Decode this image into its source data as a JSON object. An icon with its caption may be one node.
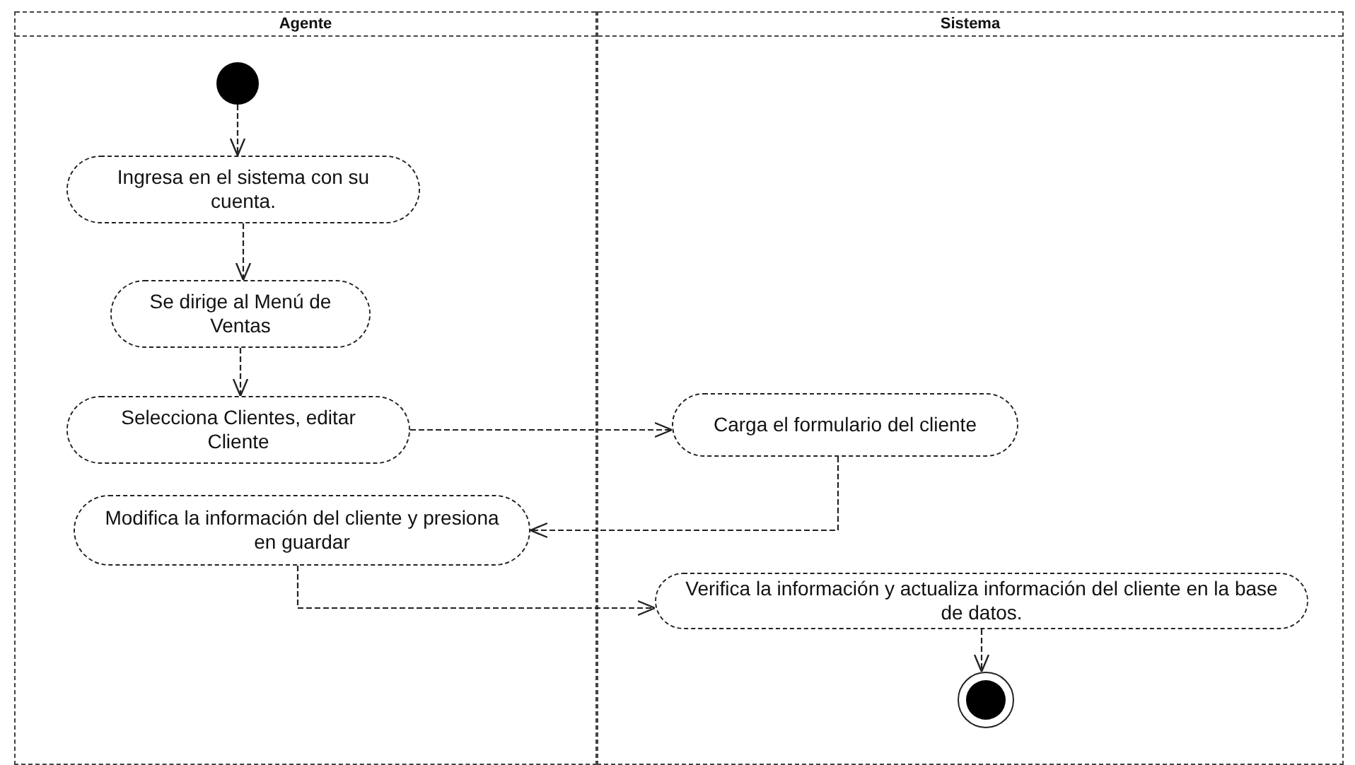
{
  "diagram": {
    "nodes": [
      {
        "text": [
          "Agente"
        ]
      },
      {
        "text": [
          "Sistema"
        ]
      },
      {
        "text": [],
        "shape": "circle",
        "in": 0
      },
      {
        "text": [
          "Ingresa en el sistema con su cuenta."
        ],
        "in": 0
      },
      {
        "text": [
          "Se dirige al Menú de Ventas"
        ],
        "in": 0
      },
      {
        "text": [
          "Selecciona Clientes, editar Cliente"
        ],
        "in": 0
      },
      {
        "text": [
          "Carga el formulario del cliente"
        ],
        "in": 1
      },
      {
        "text": [
          "Modifica la información del cliente y presiona en guardar"
        ],
        "in": 0
      },
      {
        "text": [
          "Verifica la información y actualiza información del cliente en la base de datos."
        ],
        "in": 1
      },
      {
        "text": [],
        "shape": "circle",
        "in": 1
      }
    ],
    "edges": [
      {
        "from": 2,
        "to": 3,
        "arrow": "to"
      },
      {
        "from": 3,
        "to": 4,
        "arrow": "to"
      },
      {
        "from": 4,
        "to": 5,
        "arrow": "to"
      },
      {
        "from": 5,
        "to": 6,
        "arrow": "to"
      },
      {
        "from": 6,
        "to": 7,
        "arrow": "to"
      },
      {
        "from": 7,
        "to": 8,
        "arrow": "to"
      },
      {
        "from": 8,
        "to": 9,
        "arrow": "to"
      }
    ]
  }
}
